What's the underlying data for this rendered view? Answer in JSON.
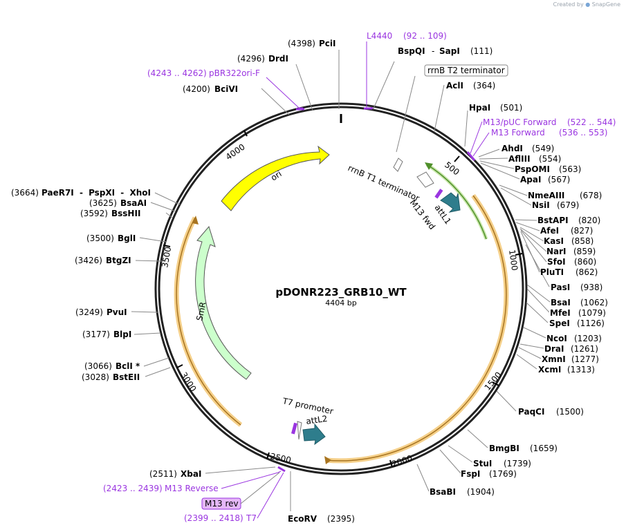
{
  "credit": {
    "prefix": "Created by",
    "brand": "SnapGene"
  },
  "plasmid": {
    "name": "pDONR223_GRB10_WT",
    "size_label": "4404 bp"
  },
  "ticks": [
    "500",
    "1000",
    "1500",
    "2000",
    "2500",
    "3000",
    "3500",
    "4000"
  ],
  "colors": {
    "purple": "#9a35e0",
    "orange": "#f0a030",
    "green": "#6ab04c",
    "teal": "#2e7d8c",
    "ori": "#ffff00",
    "smr": "#ccffcc"
  },
  "features": [
    {
      "name": "ori",
      "label": "ori",
      "color": "#ffff00"
    },
    {
      "name": "smr",
      "label": "SmR",
      "color": "#ccffcc"
    },
    {
      "name": "attl1",
      "label": "attL1",
      "color": "#2e7d8c"
    },
    {
      "name": "attl2",
      "label": "attL2",
      "color": "#2e7d8c"
    },
    {
      "name": "rrnb-t1",
      "label": "rrnB T1 terminator"
    },
    {
      "name": "m13-fwd",
      "label": "M13 fwd"
    },
    {
      "name": "t7-promoter",
      "label": "T7 promoter"
    }
  ],
  "boxed_labels": {
    "rrnb_t2": "rrnB T2 terminator",
    "m13_rev": "M13 rev"
  },
  "sites_right": [
    {
      "name": "AclI",
      "pos": "(364)"
    },
    {
      "name": "HpaI",
      "pos": "(501)"
    },
    {
      "name": "AhdI",
      "pos": "(549)"
    },
    {
      "name": "AflIII",
      "pos": "(554)"
    },
    {
      "name": "PspOMI",
      "pos": "(563)"
    },
    {
      "name": "ApaI",
      "pos": "(567)"
    },
    {
      "name": "NmeAIII",
      "pos": "(678)"
    },
    {
      "name": "NsiI",
      "pos": "(679)"
    },
    {
      "name": "BstAPI",
      "pos": "(820)"
    },
    {
      "name": "AfeI",
      "pos": "(827)"
    },
    {
      "name": "KasI",
      "pos": "(858)"
    },
    {
      "name": "NarI",
      "pos": "(859)"
    },
    {
      "name": "SfoI",
      "pos": "(860)"
    },
    {
      "name": "PluTI",
      "pos": "(862)"
    },
    {
      "name": "PasI",
      "pos": "(938)"
    },
    {
      "name": "BsaI",
      "pos": "(1062)"
    },
    {
      "name": "MfeI",
      "pos": "(1079)"
    },
    {
      "name": "SpeI",
      "pos": "(1126)"
    },
    {
      "name": "NcoI",
      "pos": "(1203)"
    },
    {
      "name": "DraI",
      "pos": "(1261)"
    },
    {
      "name": "XmnI",
      "pos": "(1277)"
    },
    {
      "name": "XcmI",
      "pos": "(1313)"
    },
    {
      "name": "PaqCI",
      "pos": "(1500)"
    },
    {
      "name": "BmgBI",
      "pos": "(1659)"
    },
    {
      "name": "StuI",
      "pos": "(1739)"
    },
    {
      "name": "FspI",
      "pos": "(1769)"
    },
    {
      "name": "BsaBI",
      "pos": "(1904)"
    }
  ],
  "sites_left": [
    {
      "name": "PciI",
      "pos": "(4398)"
    },
    {
      "name": "DrdI",
      "pos": "(4296)"
    },
    {
      "name": "BciVI",
      "pos": "(4200)"
    },
    {
      "name": "PaeR7I - PspXI - XhoI",
      "pos": "(3664)"
    },
    {
      "name": "BsaAI",
      "pos": "(3625)"
    },
    {
      "name": "BssHII",
      "pos": "(3592)"
    },
    {
      "name": "BglI",
      "pos": "(3500)"
    },
    {
      "name": "BtgZI",
      "pos": "(3426)"
    },
    {
      "name": "PvuI",
      "pos": "(3249)"
    },
    {
      "name": "BlpI",
      "pos": "(3177)"
    },
    {
      "name": "BclI *",
      "pos": "(3066)"
    },
    {
      "name": "BstEII",
      "pos": "(3028)"
    },
    {
      "name": "XbaI",
      "pos": "(2511)"
    },
    {
      "name": "EcoRV",
      "pos": "(2395)"
    }
  ],
  "top_sites": {
    "bspqi": "BspQI",
    "dash": "-",
    "sapi": "SapI",
    "pos": "(111)"
  },
  "primers": [
    {
      "name": "L4440",
      "range": "(92 .. 109)"
    },
    {
      "name": "pBR322ori-F",
      "range": "(4243 .. 4262)"
    },
    {
      "name": "M13/pUC Forward",
      "range": "(522 .. 544)"
    },
    {
      "name": "M13 Forward",
      "range": "(536 .. 553)"
    },
    {
      "name": "M13 Reverse",
      "range": "(2423 .. 2439)"
    },
    {
      "name": "T7",
      "range": "(2399 .. 2418)"
    }
  ]
}
